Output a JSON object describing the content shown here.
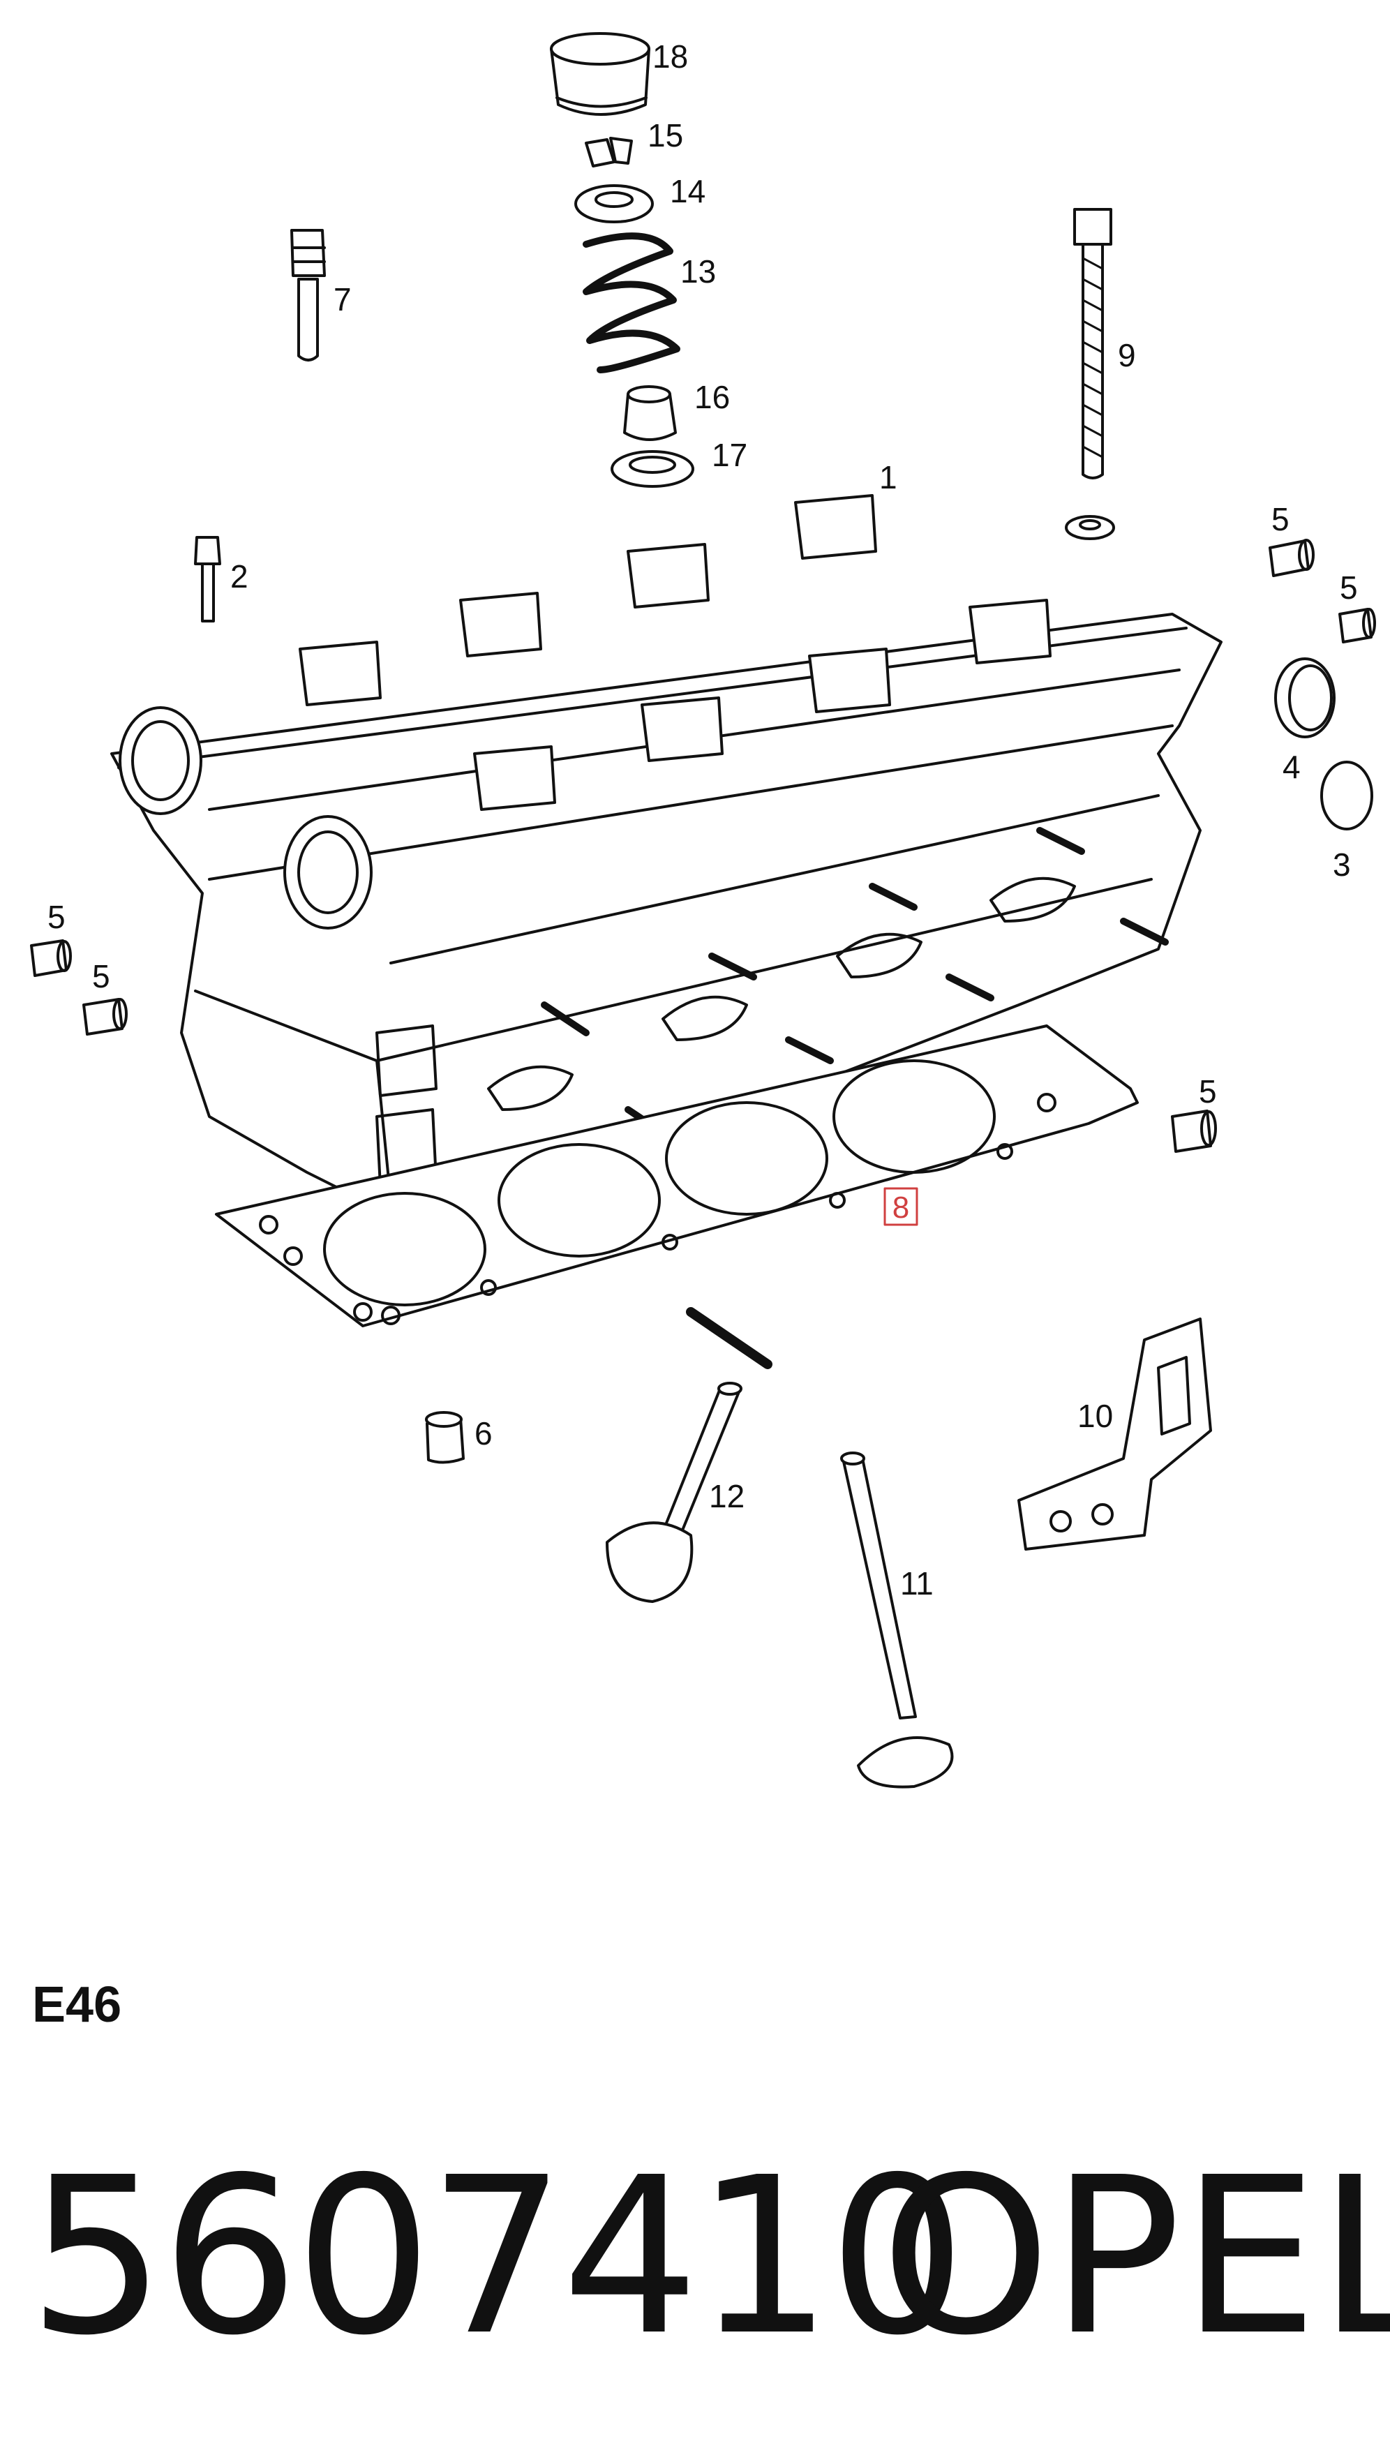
{
  "diagram": {
    "callouts": [
      {
        "id": "1",
        "label": "1"
      },
      {
        "id": "2",
        "label": "2"
      },
      {
        "id": "3",
        "label": "3"
      },
      {
        "id": "4",
        "label": "4"
      },
      {
        "id": "5a",
        "label": "5"
      },
      {
        "id": "5b",
        "label": "5"
      },
      {
        "id": "5c",
        "label": "5"
      },
      {
        "id": "5d",
        "label": "5"
      },
      {
        "id": "5e",
        "label": "5"
      },
      {
        "id": "6",
        "label": "6"
      },
      {
        "id": "7",
        "label": "7"
      },
      {
        "id": "8",
        "label": "8",
        "highlighted": true
      },
      {
        "id": "9",
        "label": "9"
      },
      {
        "id": "10",
        "label": "10"
      },
      {
        "id": "11",
        "label": "11"
      },
      {
        "id": "12",
        "label": "12"
      },
      {
        "id": "13",
        "label": "13"
      },
      {
        "id": "14",
        "label": "14"
      },
      {
        "id": "15",
        "label": "15"
      },
      {
        "id": "16",
        "label": "16"
      },
      {
        "id": "17",
        "label": "17"
      },
      {
        "id": "18",
        "label": "18"
      }
    ],
    "highlight_color": "#d04040",
    "line_color": "#111111"
  },
  "footer": {
    "section_code": "E46",
    "part_number": "5607410",
    "brand": "OPEL"
  }
}
